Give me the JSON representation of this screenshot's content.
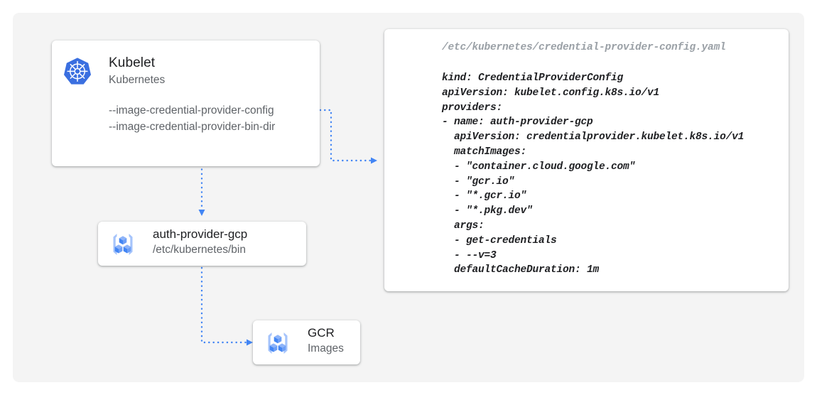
{
  "theme": {
    "page_background": "#ffffff",
    "panel_background": "#f4f4f4",
    "card_background": "#ffffff",
    "accent_blue": "#4285f4",
    "connector_blue": "#4285f4",
    "text_primary": "#202124",
    "text_secondary": "#5f6368",
    "text_muted": "#9aa0a6",
    "icon_blue_dark": "#4285f4",
    "icon_blue_light": "#a6c4fb",
    "icon_blue_mid": "#7aa7f7"
  },
  "nodes": {
    "kubelet": {
      "icon": "kubernetes-logo-icon",
      "title": "Kubelet",
      "subtitle": "Kubernetes",
      "flags": [
        "--image-credential-provider-config",
        "--image-credential-provider-bin-dir"
      ]
    },
    "auth_provider": {
      "icon": "container-registry-icon",
      "title": "auth-provider-gcp",
      "subtitle": "/etc/kubernetes/bin"
    },
    "gcr": {
      "icon": "container-registry-icon",
      "title": "GCR",
      "subtitle": "Images"
    },
    "config_file": {
      "filename": "/etc/kubernetes/credential-provider-config.yaml",
      "yaml": "kind: CredentialProviderConfig\napiVersion: kubelet.config.k8s.io/v1\nproviders:\n- name: auth-provider-gcp\n  apiVersion: credentialprovider.kubelet.k8s.io/v1\n  matchImages:\n  - \"container.cloud.google.com\"\n  - \"gcr.io\"\n  - \"*.gcr.io\"\n  - \"*.pkg.dev\"\n  args:\n  - get-credentials\n  - --v=3\n  defaultCacheDuration: 1m"
    }
  },
  "connectors": [
    {
      "name": "kubelet-config-to-yaml",
      "from": "kubelet-flag-config",
      "to": "config-file-card",
      "style": "dotted",
      "arrowhead": "end"
    },
    {
      "name": "kubelet-to-auth-provider",
      "from": "kubelet-card",
      "to": "auth-provider-card",
      "style": "dotted",
      "arrowhead": "end"
    },
    {
      "name": "auth-provider-to-gcr",
      "from": "auth-provider-card",
      "to": "gcr-card",
      "style": "dotted",
      "arrowhead": "end"
    }
  ]
}
